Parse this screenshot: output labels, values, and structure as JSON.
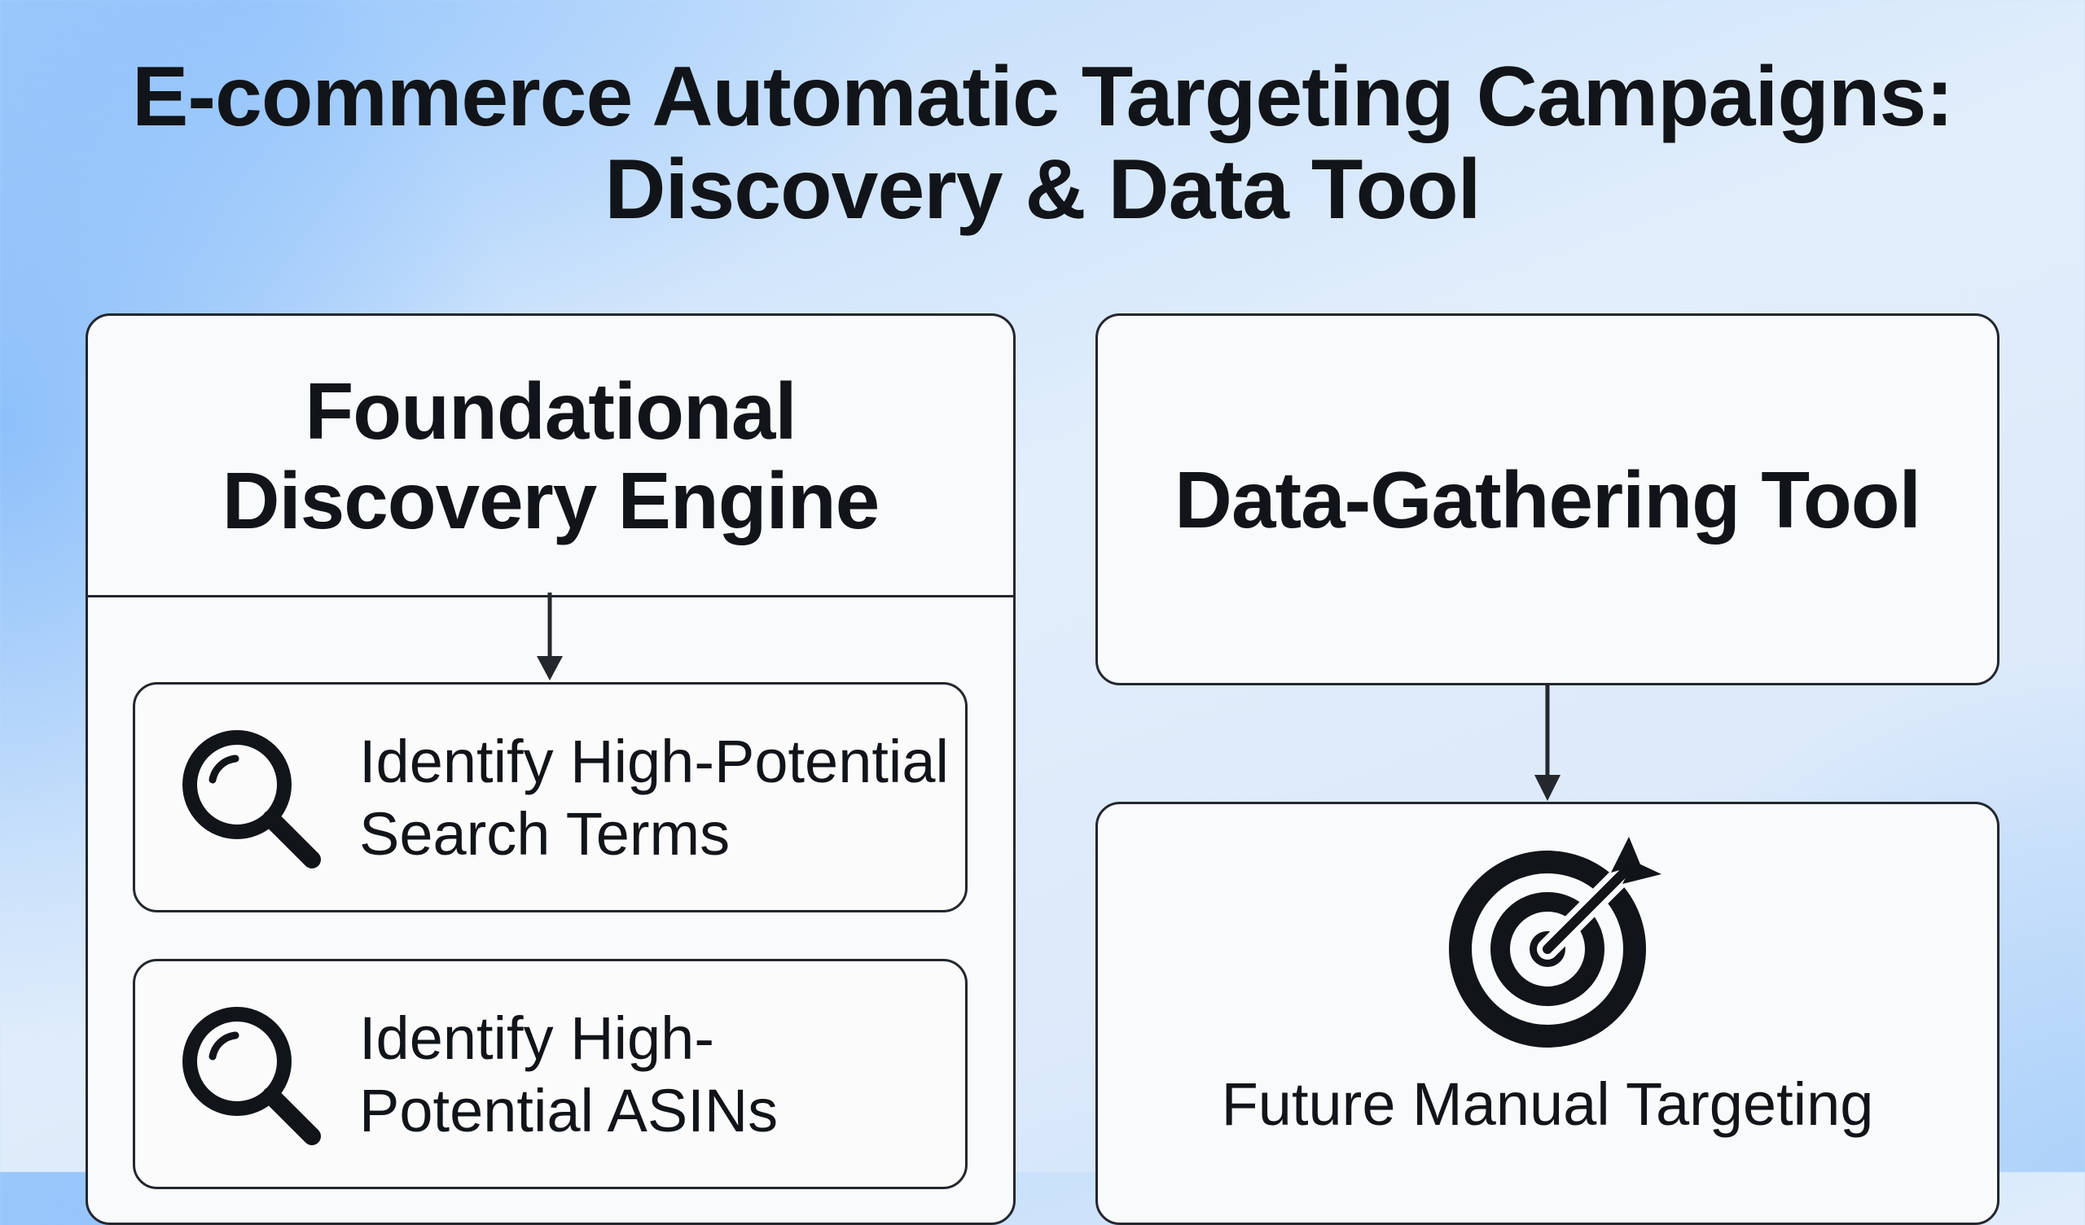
{
  "title": {
    "line1": "E-commerce Automatic Targeting Campaigns:",
    "line2": "Discovery & Data Tool"
  },
  "left_panel": {
    "title_line1": "Foundational",
    "title_line2": "Discovery Engine",
    "cards": [
      {
        "icon": "magnifier-icon",
        "line1": "Identify High-Potential",
        "line2": "Search Terms"
      },
      {
        "icon": "magnifier-icon",
        "line1": "Identify High-",
        "line2": "Potential ASINs"
      }
    ]
  },
  "right_panel": {
    "title": "Data-Gathering Tool",
    "target": {
      "icon": "target-arrow-icon",
      "label": "Future Manual Targeting"
    }
  },
  "colors": {
    "stroke": "#23272e",
    "text": "#111418",
    "box_fill": "#f9fafb",
    "background_accent": "#9cc8f9"
  }
}
